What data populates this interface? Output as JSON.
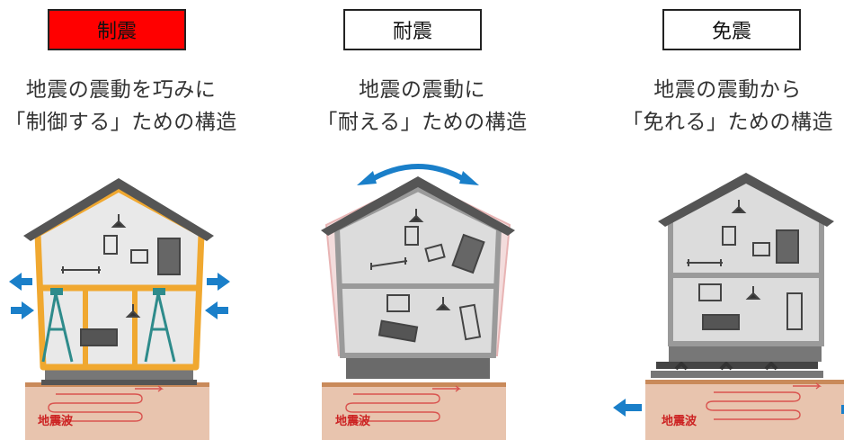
{
  "panels": [
    {
      "title": "制震",
      "title_active": true,
      "caption_line1": "地震の震動を巧みに",
      "caption_line2": "「制御する」ための構造",
      "wave_label": "地震波"
    },
    {
      "title": "耐震",
      "title_active": false,
      "caption_line1": "地震の震動に",
      "caption_line2": "「耐える」ための構造",
      "wave_label": "地震波"
    },
    {
      "title": "免震",
      "title_active": false,
      "caption_line1": "地震の震動から",
      "caption_line2": "「免れる」ための構造",
      "wave_label": "地震波"
    }
  ],
  "colors": {
    "active_title_bg": "#ff0000",
    "damper_frame": "#f0a830",
    "ground": "#e8c4ae",
    "wave_line": "#d9534f",
    "arrow": "#1a7fc9",
    "roof": "#666666",
    "wall": "#9a9a9a"
  }
}
